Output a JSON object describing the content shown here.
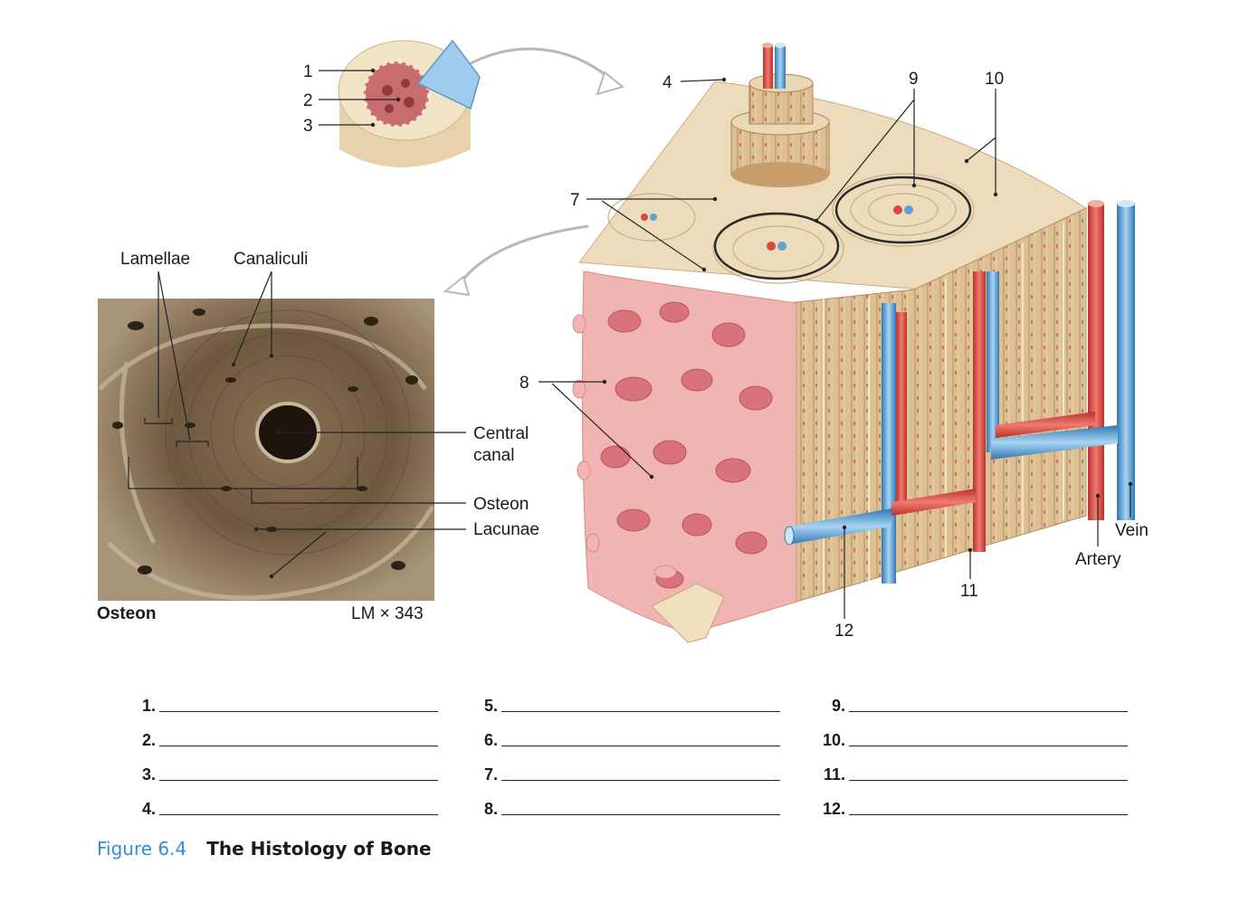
{
  "diagram": {
    "labels": {
      "n1": "1",
      "n2": "2",
      "n3": "3",
      "n4": "4",
      "n7": "7",
      "n8": "8",
      "n9": "9",
      "n10": "10",
      "n11": "11",
      "n12": "12",
      "lamellae": "Lamellae",
      "canaliculi": "Canaliculi",
      "central_canal_1": "Central",
      "central_canal_2": "canal",
      "osteon": "Osteon",
      "lacunae": "Lacunae",
      "vein": "Vein",
      "artery": "Artery"
    },
    "micrograph": {
      "title": "Osteon",
      "magnification": "LM × 343"
    },
    "colors": {
      "bone_cream": "#e9d6b4",
      "spongy_pink": "#e9a0a0",
      "artery_red": "#d9473f",
      "vein_blue": "#5fa3d6",
      "micro_brown": "#7a6146"
    }
  },
  "answers": {
    "col1": [
      "1.",
      "2.",
      "3.",
      "4."
    ],
    "col2": [
      "5.",
      "6.",
      "7.",
      "8."
    ],
    "col3": [
      "9.",
      "10.",
      "11.",
      "12."
    ]
  },
  "caption": {
    "figure": "Figure 6.4",
    "title": "The Histology of Bone"
  }
}
